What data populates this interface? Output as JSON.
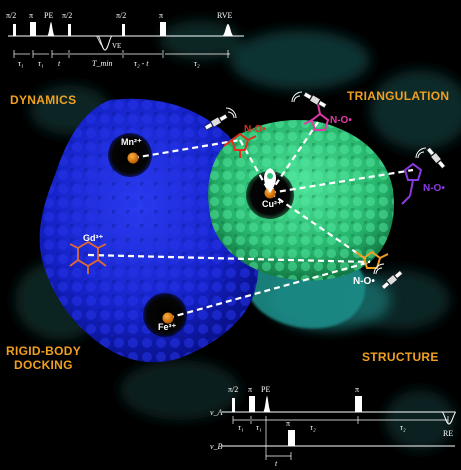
{
  "labels": {
    "dynamics": "DYNAMICS",
    "triangulation": "TRIANGULATION",
    "rigid_body_line1": "RIGID-BODY",
    "rigid_body_line2": "DOCKING",
    "structure": "STRUCTURE"
  },
  "ions": {
    "mn": "Mn²⁺",
    "cu": "Cu²⁺",
    "gd": "Gd³⁺",
    "fe": "Fe³⁺"
  },
  "spin_labels": {
    "red": "N-O•",
    "magenta": "N-O•",
    "purple": "N-O•",
    "orange": "N-O•"
  },
  "top_sequence": {
    "pulses": [
      "π/2",
      "π",
      "PE",
      "π/2",
      "π/2",
      "π",
      "RVE"
    ],
    "ve_label": "VE",
    "delays": [
      "τ₁",
      "τ₁",
      "t",
      "T_min",
      "τ₂ - t",
      "τ₂"
    ]
  },
  "bottom_sequence": {
    "pulses": [
      "π/2",
      "π",
      "PE",
      "π",
      "π"
    ],
    "channel_a": "ν_A",
    "channel_b": "ν_B",
    "delays": [
      "τ₁",
      "τ₁",
      "τ₂",
      "τ₂",
      "t"
    ],
    "echo_label": "RE"
  },
  "colors": {
    "label_orange": "#f0a020",
    "protein_blue": "#1a2ad8",
    "protein_green": "#2ec27a",
    "red_label": "#e0301a",
    "magenta_label": "#e03aa8",
    "purple_label": "#8a3ae0",
    "orange_label": "#f0a020"
  },
  "icons": [
    "satellite-icon",
    "location-pin-icon"
  ]
}
